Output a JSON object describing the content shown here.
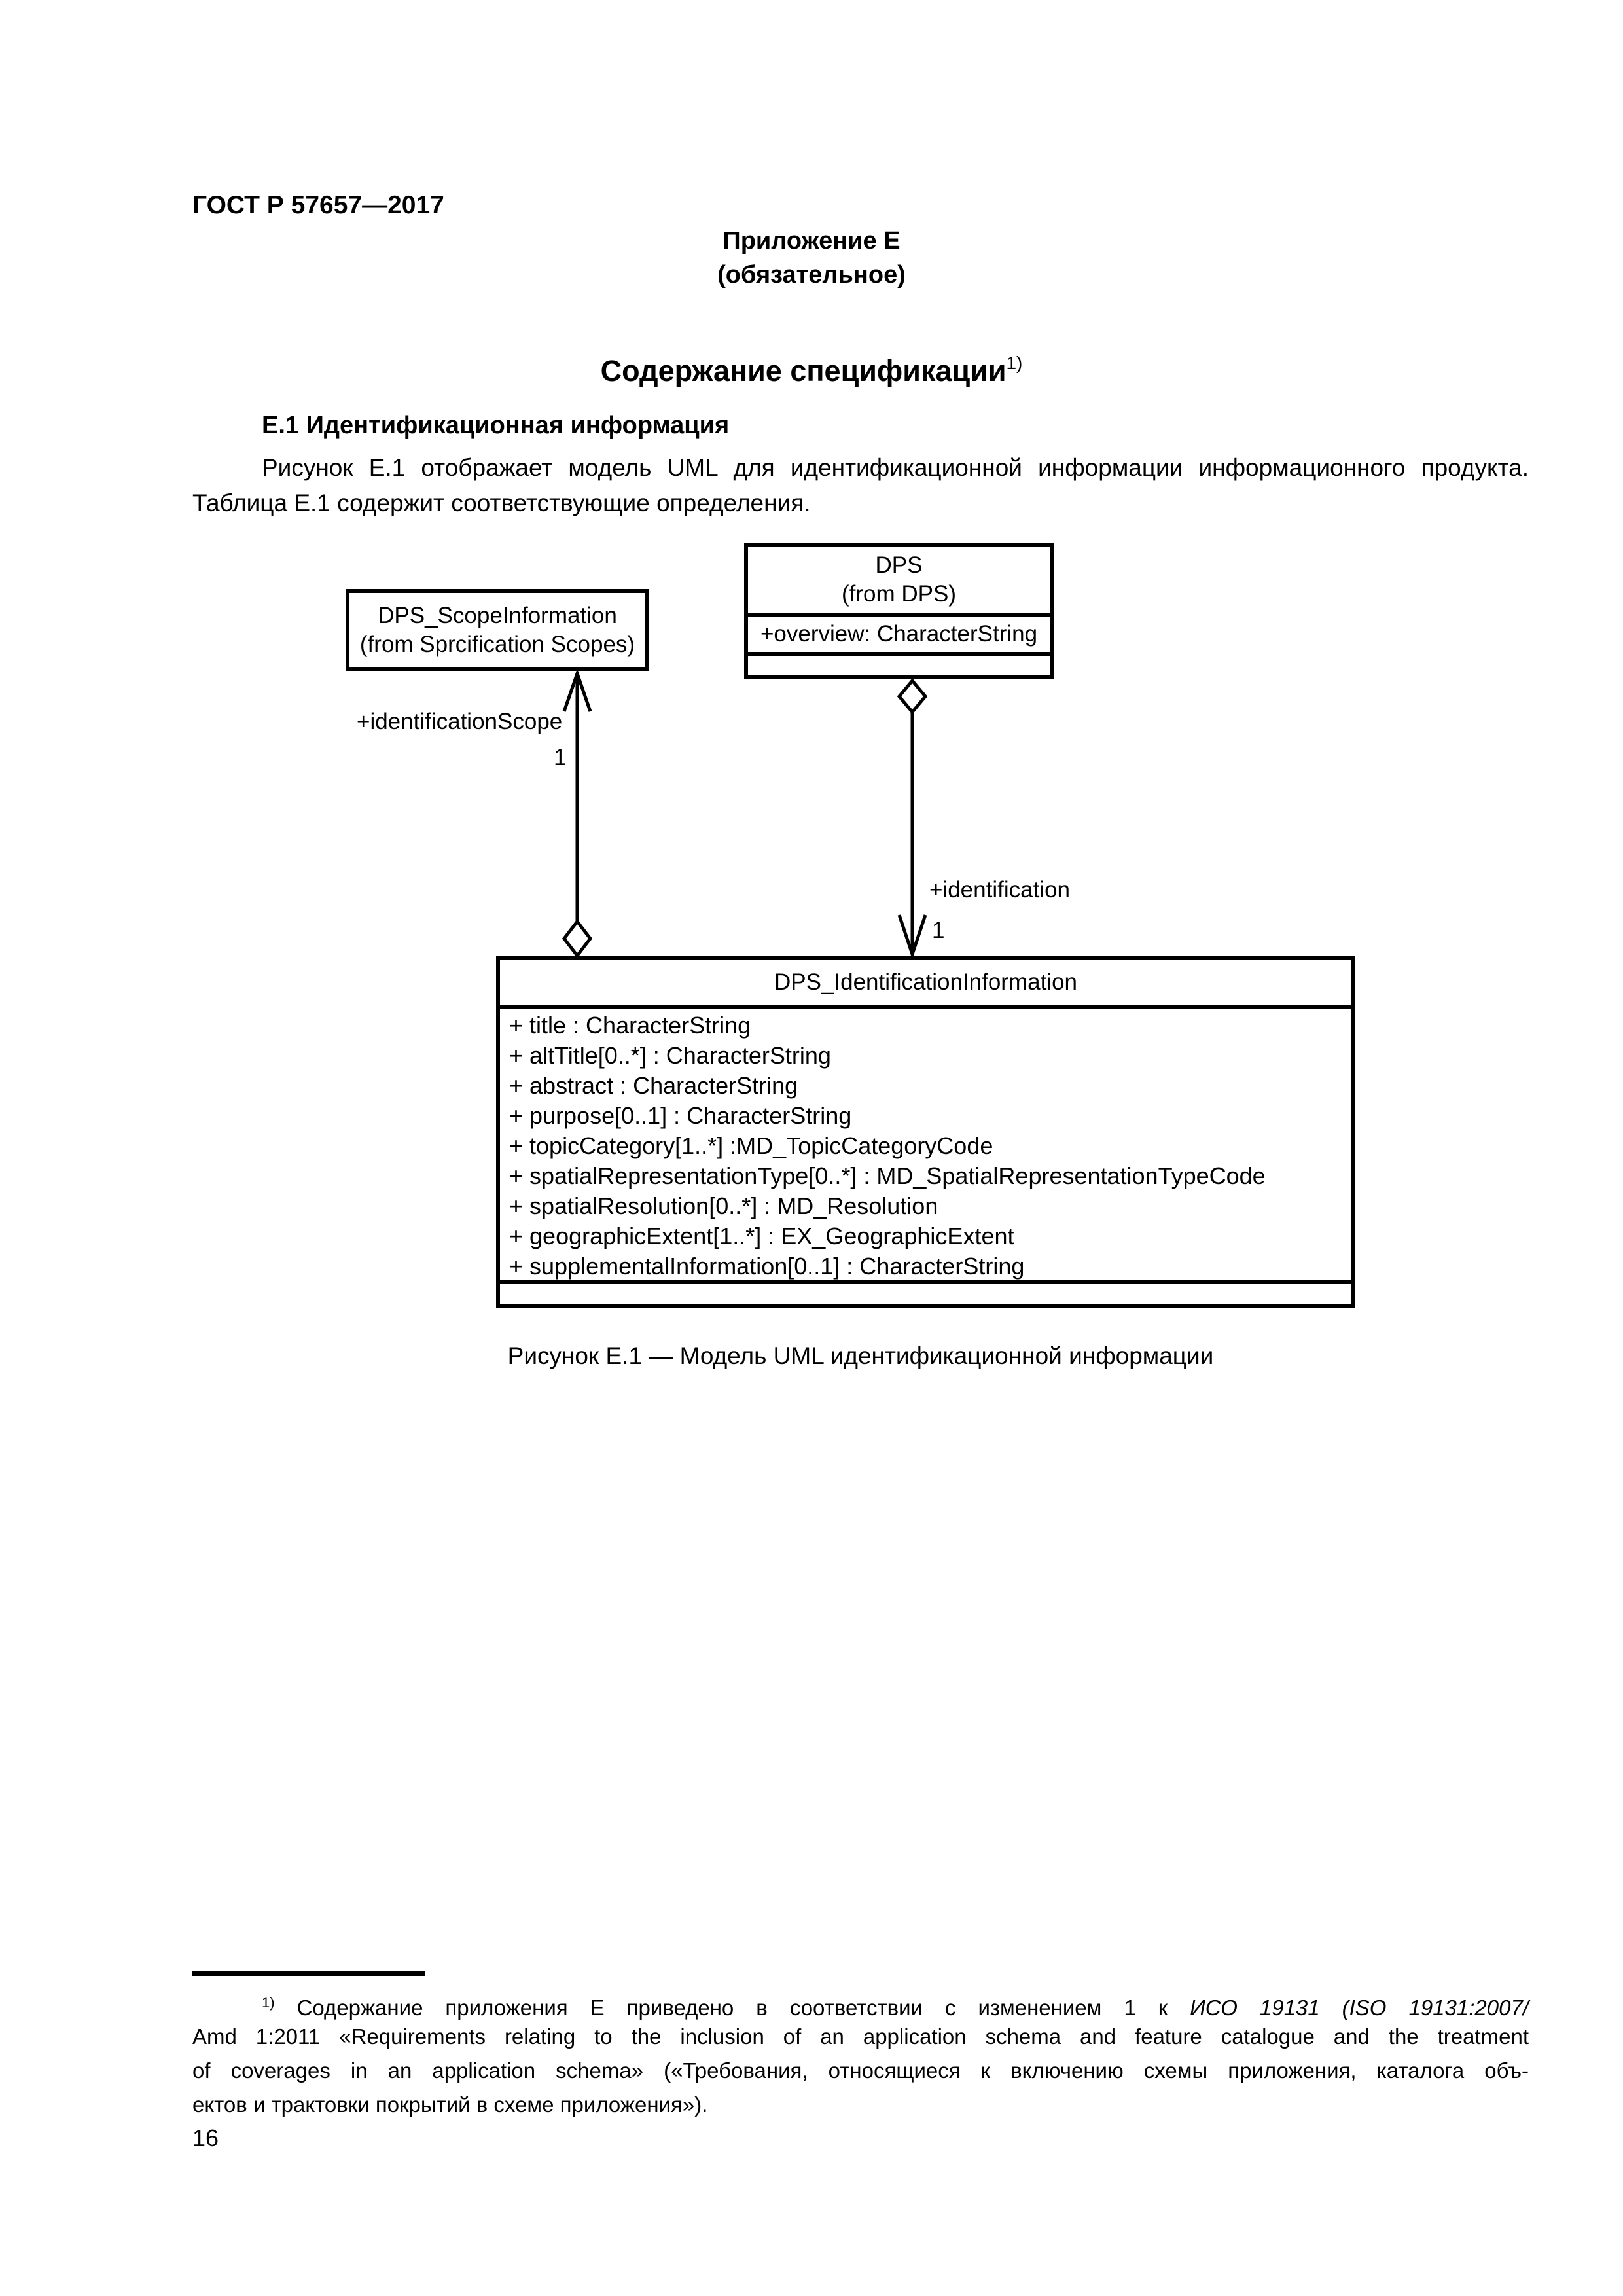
{
  "page": {
    "header": "ГОСТ Р 57657—2017",
    "page_number": "16"
  },
  "appendix": {
    "label": "Приложение Е",
    "type": "(обязательное)",
    "title": "Содержание спецификации",
    "title_footnote_marker": "1)"
  },
  "section": {
    "heading": "Е.1 Идентификационная информация",
    "paragraph_line1": "Рисунок Е.1 отображает модель UML для идентификационной информации информационного продукта.",
    "paragraph_line2": "Таблица Е.1 содержит соответствующие определения."
  },
  "diagram": {
    "caption": "Рисунок Е.1 — Модель UML идентификационной информации",
    "classes": {
      "scope_information": {
        "name": "DPS_ScopeInformation",
        "stereotype": "(from Sprcification Scopes)"
      },
      "dps": {
        "name": "DPS",
        "stereotype": "(from DPS)",
        "attributes": [
          "+overview: CharacterString"
        ]
      },
      "identification_information": {
        "name": "DPS_IdentificationInformation",
        "attributes": [
          "+ title : CharacterString",
          "+ altTitle[0..*] : CharacterString",
          "+ abstract : CharacterString",
          "+ purpose[0..1] : CharacterString",
          "+ topicCategory[1..*] :MD_TopicCategoryCode",
          "+ spatialRepresentationType[0..*] : MD_SpatialRepresentationTypeCode",
          "+ spatialResolution[0..*] : MD_Resolution",
          "+ geographicExtent[1..*] : EX_GeographicExtent",
          "+ supplementalInformation[0..1] : CharacterString"
        ]
      }
    },
    "associations": {
      "identification_scope": {
        "role": "+identificationScope",
        "multiplicity": "1"
      },
      "identification": {
        "role": "+identification",
        "multiplicity": "1"
      }
    }
  },
  "footnote": {
    "marker": "1)",
    "line1_normal": " Содержание приложения Е приведено в соответствии с изменением 1 к ",
    "line1_italic": "ИСО 19131 (ISO 19131:2007/",
    "line2": "Amd 1:2011 «Requirements relating to the inclusion of an application schema and feature catalogue and the treatment",
    "line3": "of coverages in an application schema» («Требования, относящиеся к включению схемы приложения, каталога объ-",
    "line4": "ектов и трактовки покрытий в схеме приложения»)."
  }
}
